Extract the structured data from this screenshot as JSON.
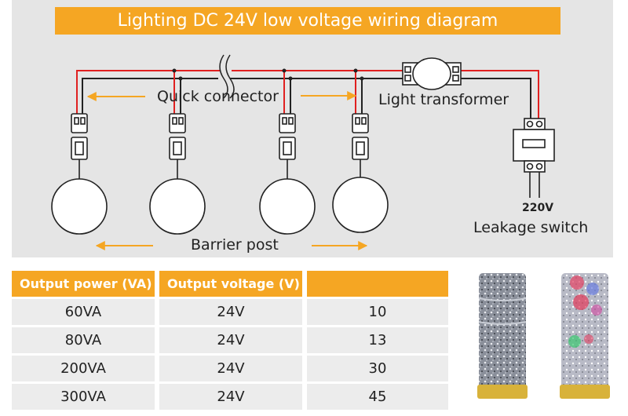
{
  "title": "Lighting DC 24V low voltage wiring diagram",
  "labels": {
    "quick_connector": "Quick connector",
    "light_transformer": "Light transformer",
    "barrier_post": "Barrier post",
    "voltage_220": "220V",
    "leakage_switch": "Leakage switch"
  },
  "table": {
    "headers": [
      "Output power (VA)",
      "Output voltage (V)",
      ""
    ],
    "rows": [
      [
        "60VA",
        "24V",
        "10"
      ],
      [
        "80VA",
        "24V",
        "13"
      ],
      [
        "200VA",
        "24V",
        "30"
      ],
      [
        "300VA",
        "24V",
        "45"
      ]
    ]
  },
  "colors": {
    "accent": "#f5a623",
    "live_wire": "#e02020",
    "neutral_wire": "#222222",
    "panel": "#e5e5e5"
  }
}
